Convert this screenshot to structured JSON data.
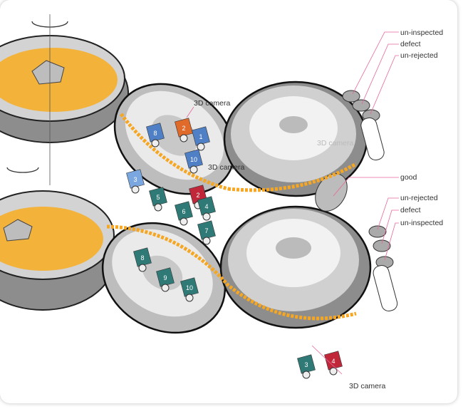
{
  "labels": {
    "top_outputs": [
      "un-inspected",
      "defect",
      "un-rejected"
    ],
    "good": "good",
    "bottom_outputs": [
      "un-rejected",
      "defect",
      "un-inspected"
    ],
    "camera_top": "3D camera",
    "camera_mid": "3D camera",
    "camera_faded": "3D camera",
    "camera_bottom": "3D camera"
  },
  "cameras": [
    {
      "num": "8",
      "color": "#4f7fc4"
    },
    {
      "num": "2",
      "color": "#e06a2a"
    },
    {
      "num": "1",
      "color": "#4f7fc4"
    },
    {
      "num": "10",
      "color": "#4f7fc4"
    },
    {
      "num": "3",
      "color": "#7aa7e0"
    },
    {
      "num": "5",
      "color": "#2f7a76"
    },
    {
      "num": "2",
      "color": "#c0283a"
    },
    {
      "num": "6",
      "color": "#2f7a76"
    },
    {
      "num": "4",
      "color": "#2f7a76"
    },
    {
      "num": "7",
      "color": "#2f7a76"
    },
    {
      "num": "8",
      "color": "#2f7a76"
    },
    {
      "num": "9",
      "color": "#2f7a76"
    },
    {
      "num": "10",
      "color": "#2f7a76"
    },
    {
      "num": "3",
      "color": "#2f7a76"
    },
    {
      "num": "4",
      "color": "#c0283a"
    }
  ],
  "colors": {
    "part": "#f5a623",
    "disc": "#c9c9c9",
    "accent": "#e8669a",
    "arrow": "#e63b3b"
  }
}
